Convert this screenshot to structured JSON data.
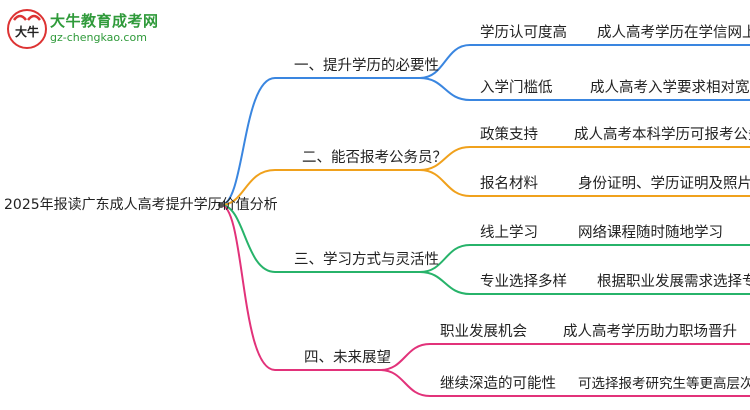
{
  "logo": {
    "title": "大牛教育成考网",
    "url": "gz-chengkao.com",
    "mark_text": "大牛"
  },
  "root": "2025年报读广东成人高考提升学历价值分析",
  "branches": [
    {
      "label": "一、提升学历的必要性",
      "color": "#3a86e0",
      "children": [
        {
          "label": "学历认可度高",
          "detail": "成人高考学历在学信网上可查"
        },
        {
          "label": "入学门槛低",
          "detail": "成人高考入学要求相对宽松"
        }
      ]
    },
    {
      "label": "二、能否报考公务员？",
      "color": "#f0a11c",
      "children": [
        {
          "label": "政策支持",
          "detail": "成人高考本科学历可报考公务员"
        },
        {
          "label": "报名材料",
          "detail": "身份证明、学历证明及照片"
        }
      ]
    },
    {
      "label": "三、学习方式与灵活性",
      "color": "#27b36a",
      "children": [
        {
          "label": "线上学习",
          "detail": "网络课程随时随地学习"
        },
        {
          "label": "专业选择多样",
          "detail": "根据职业发展需求选择专业"
        }
      ]
    },
    {
      "label": "四、未来展望",
      "color": "#e2327a",
      "children": [
        {
          "label": "职业发展机会",
          "detail": "成人高考学历助力职场晋升"
        },
        {
          "label": "继续深造的可能性",
          "detail": "可选择报考研究生等更高层次教育"
        }
      ]
    }
  ]
}
